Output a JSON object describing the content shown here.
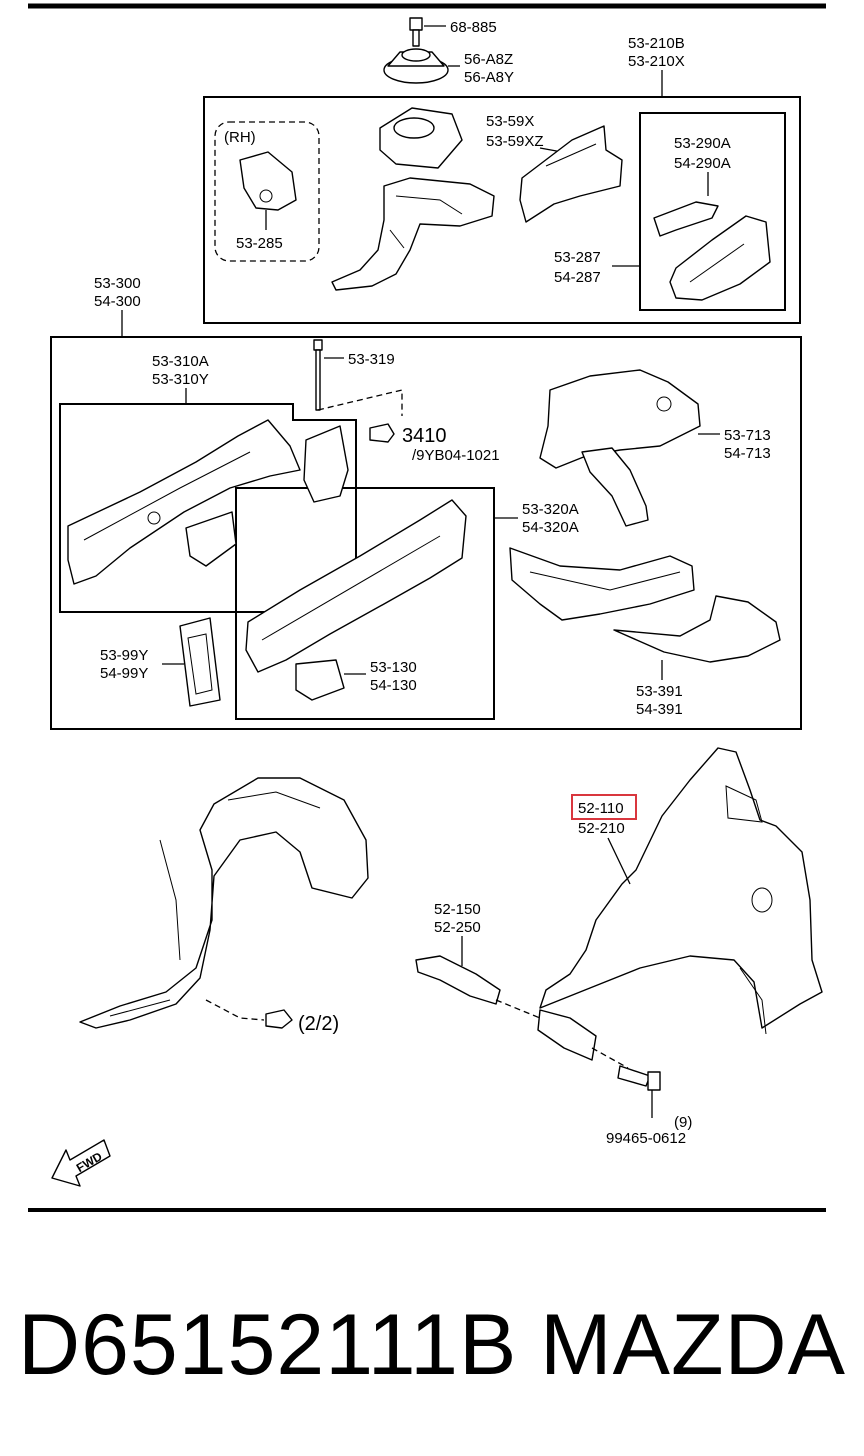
{
  "labels": {
    "nut": "68-885",
    "mount_a": "56-A8Z",
    "mount_b": "56-A8Y",
    "apron_a": "53-210B",
    "apron_b": "53-210X",
    "bracket_a": "53-59X",
    "bracket_b": "53-59XZ",
    "rh": "(RH)",
    "rh_part": "53-285",
    "reinf_a": "53-290A",
    "reinf_b": "54-290A",
    "ext_a": "53-287",
    "ext_b": "54-287",
    "frame_a": "53-300",
    "frame_b": "54-300",
    "bolt": "53-319",
    "member_a": "53-310A",
    "member_b": "53-310Y",
    "clip": "3410",
    "clip_ref": "/9YB04-1021",
    "crossmember_a": "53-713",
    "crossmember_b": "54-713",
    "rail_a": "53-320A",
    "rail_b": "54-320A",
    "plate_a": "53-99Y",
    "plate_b": "54-99Y",
    "gusset_a": "53-130",
    "gusset_b": "54-130",
    "floor_a": "53-391",
    "floor_b": "54-391",
    "fender_a": "52-110",
    "fender_b": "52-210",
    "fender_bracket_a": "52-150",
    "fender_bracket_b": "52-250",
    "liner_ref": "(2/2)",
    "bolt_qty": "(9)",
    "bolt_part": "99465-0612",
    "fwd": "FWD"
  },
  "footer": {
    "part_number": "D65152111B",
    "brand": "MAZDA"
  }
}
